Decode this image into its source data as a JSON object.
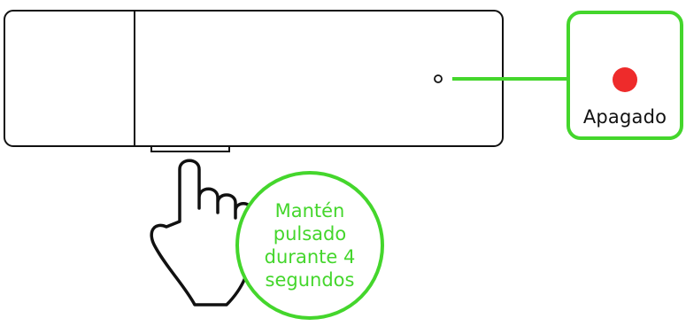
{
  "instruction": {
    "text": "Mantén\npulsado\ndurante 4\nsegundos"
  },
  "status": {
    "label": "Apagado",
    "led_color": "#ee2b2b",
    "state": "off"
  },
  "colors": {
    "accent": "#44d62c",
    "outline": "#111111",
    "background": "#ffffff"
  },
  "icons": {
    "hand": "hand-pointing-up-icon",
    "device": "usb-dongle",
    "led": "status-led"
  }
}
